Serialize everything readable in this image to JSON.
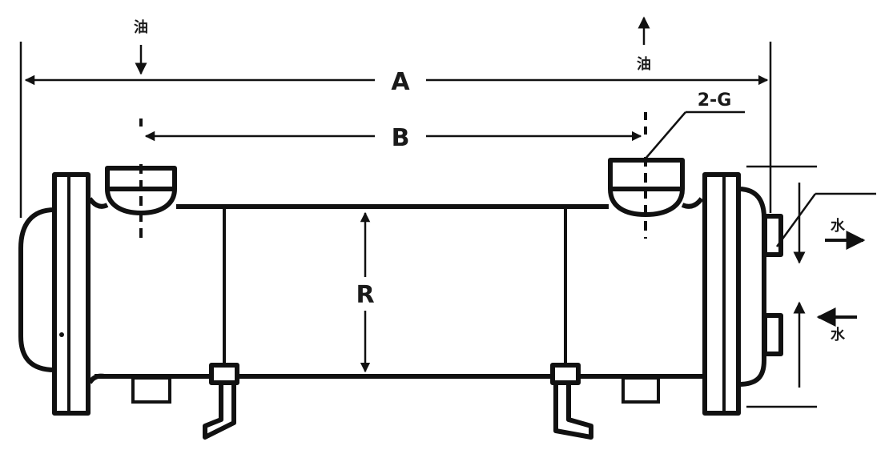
{
  "labels": {
    "dim_a": "A",
    "dim_b": "B",
    "dim_r": "R",
    "port_g": "2-G",
    "oil_in": "油",
    "oil_out": "油",
    "water_out": "水",
    "water_in": "水"
  },
  "colors": {
    "line": "#111111",
    "background": "#ffffff"
  }
}
